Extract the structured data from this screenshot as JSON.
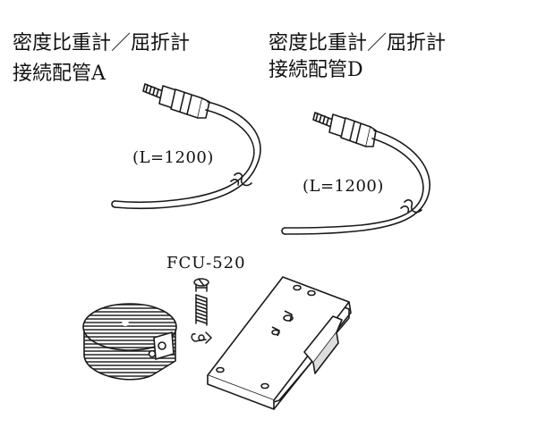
{
  "cable_a": {
    "title_line1": "密度比重計／屈折計",
    "title_line2": "接続配管A",
    "length_label": "(L=1200)"
  },
  "cable_d": {
    "title_line1": "密度比重計／屈折計",
    "title_line2": "接続配管D",
    "length_label": "(L=1200)"
  },
  "unit": {
    "model_label": "FCU-520"
  },
  "colors": {
    "line": "#1a1a1a",
    "shade": "#555555",
    "background": "#ffffff"
  }
}
